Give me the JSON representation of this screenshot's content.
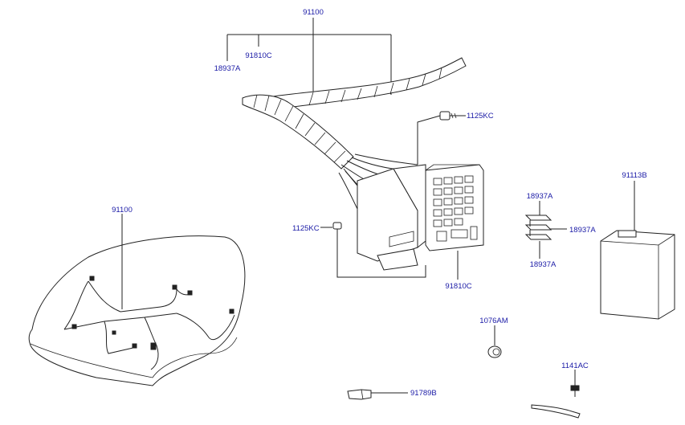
{
  "labels": {
    "harness_top": "91100",
    "clip_a_top": "18937A",
    "conn_c_top": "91810C",
    "bolt_kc_upper": "1125KC",
    "bolt_kc_left": "1125KC",
    "fusebox_conn": "91810C",
    "harness_vehicle": "91100",
    "clip_a_1": "18937A",
    "clip_a_2": "18937A",
    "clip_a_3": "18937A",
    "cover": "91113B",
    "grommet": "1076AM",
    "ground_bolt": "1141AC",
    "connector_b": "91789B"
  }
}
